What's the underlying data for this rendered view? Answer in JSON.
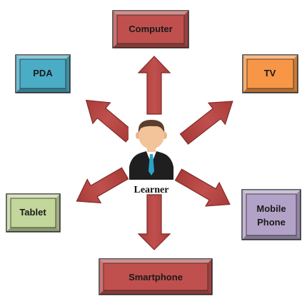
{
  "center": {
    "label": "Learner"
  },
  "devices": [
    {
      "id": "computer",
      "label": "Computer",
      "color": "#c0504d"
    },
    {
      "id": "pda",
      "label": "PDA",
      "color": "#4bacc6"
    },
    {
      "id": "tv",
      "label": "TV",
      "color": "#f79646"
    },
    {
      "id": "tablet",
      "label": "Tablet",
      "color": "#c3d69b"
    },
    {
      "id": "mobile",
      "label_line1": "Mobile",
      "label_line2": "Phone",
      "color": "#b3a2c7"
    },
    {
      "id": "smartphone",
      "label": "Smartphone",
      "color": "#c0504d"
    }
  ],
  "arrow_color": "#c0504d"
}
